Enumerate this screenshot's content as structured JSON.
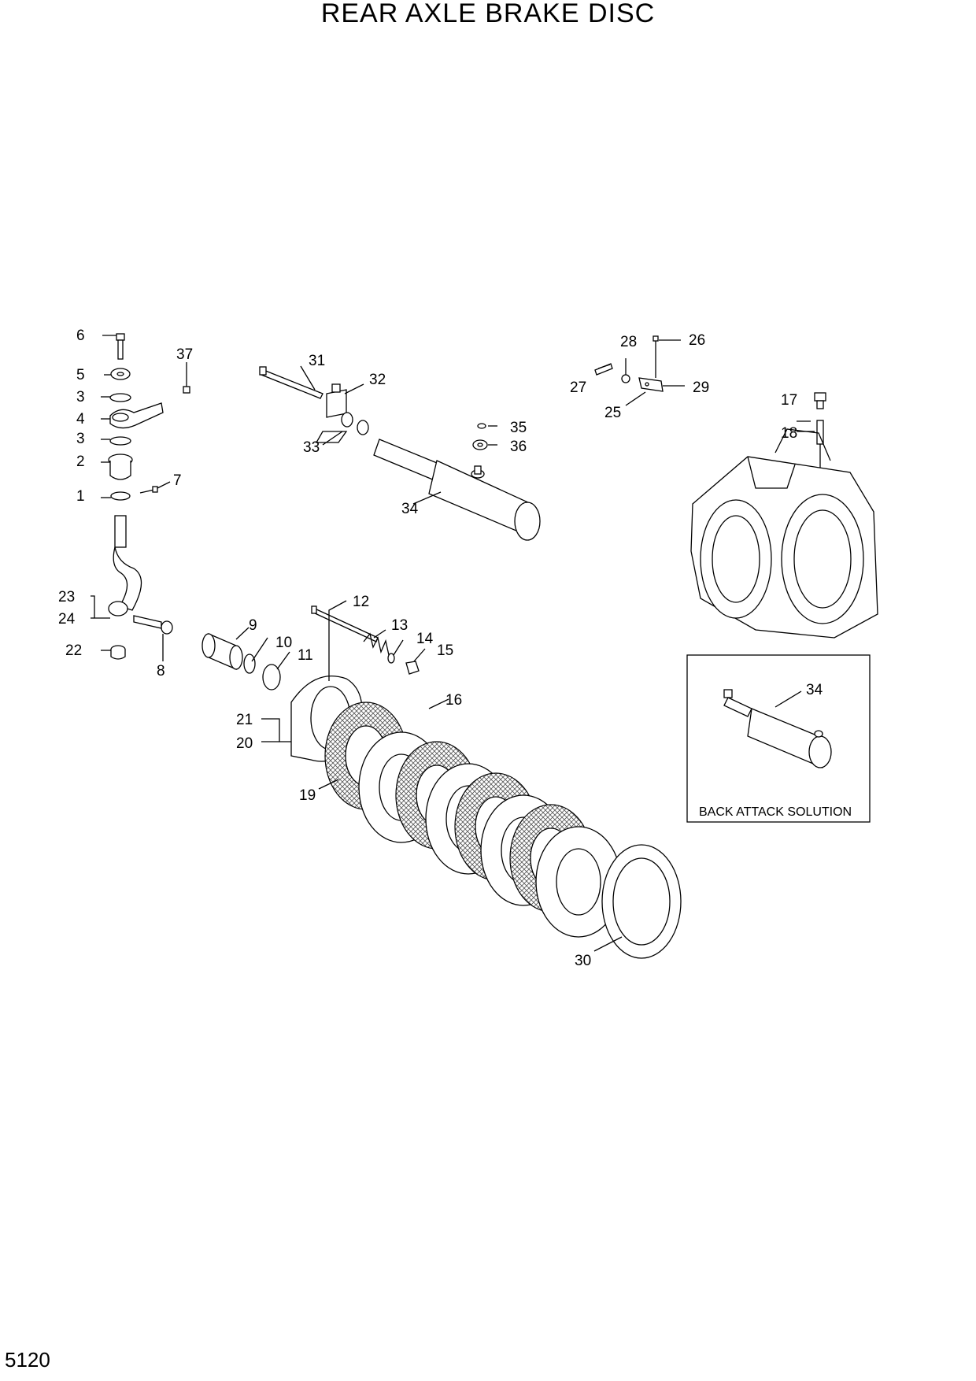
{
  "title": "REAR AXLE BRAKE DISC",
  "page_number": "5120",
  "inset": {
    "caption": "BACK ATTACK SOLUTION",
    "callout": "34"
  },
  "callouts": [
    "1",
    "2",
    "3",
    "3",
    "4",
    "5",
    "6",
    "7",
    "8",
    "9",
    "10",
    "11",
    "12",
    "13",
    "14",
    "15",
    "16",
    "17",
    "18",
    "19",
    "20",
    "21",
    "22",
    "23",
    "24",
    "25",
    "26",
    "27",
    "28",
    "29",
    "30",
    "31",
    "32",
    "33",
    "34",
    "35",
    "36",
    "37"
  ]
}
